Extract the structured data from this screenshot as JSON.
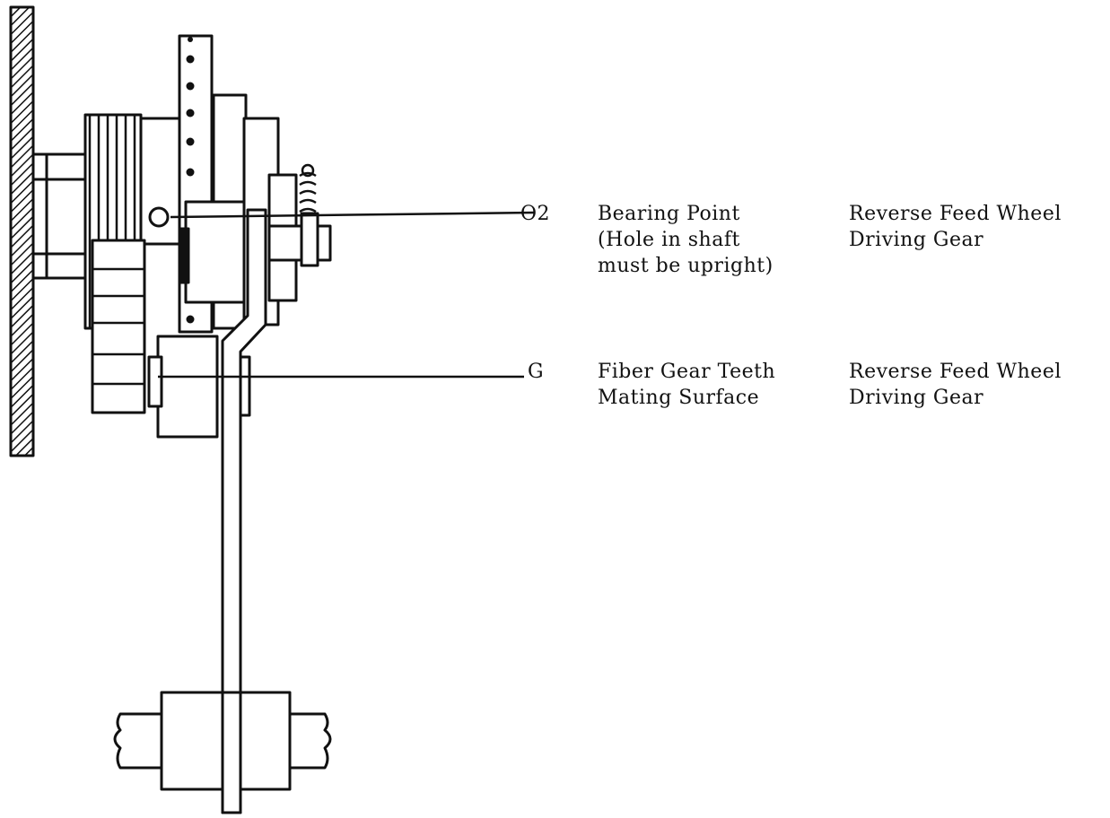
{
  "callouts": [
    {
      "id": "O2",
      "point_label": "O2",
      "description": "Bearing Point\n(Hole in shaft\nmust be upright)",
      "part": "Reverse Feed Wheel\nDriving Gear"
    },
    {
      "id": "G",
      "point_label": "G",
      "description": "Fiber Gear Teeth\nMating Surface",
      "part": "Reverse Feed Wheel\nDriving Gear"
    }
  ],
  "colors": {
    "ink": "#111111",
    "paper": "#ffffff"
  }
}
